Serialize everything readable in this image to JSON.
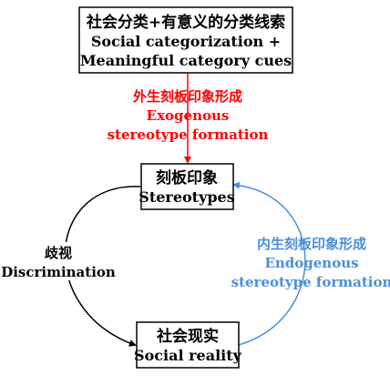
{
  "colors": {
    "exogenous": "#ff0000",
    "endogenous": "#4a90d9",
    "discrimination": "#000000",
    "box_border": "#000000",
    "text": "#000000"
  },
  "nodes": {
    "top": {
      "zh": "社会分类+有意义的分类线索",
      "en_line1": "Social categorization +",
      "en_line2": "Meaningful category cues"
    },
    "middle": {
      "zh": "刻板印象",
      "en": "Stereotypes"
    },
    "bottom": {
      "zh": "社会现实",
      "en": "Social reality"
    }
  },
  "edges": {
    "exogenous": {
      "zh": "外生刻板印象形成",
      "en_line1": "Exogenous",
      "en_line2": "stereotype formation"
    },
    "endogenous": {
      "zh": "内生刻板印象形成",
      "en_line1": "Endogenous",
      "en_line2": "stereotype formation"
    },
    "discrimination": {
      "zh": "歧视",
      "en": "Discrimination"
    }
  }
}
